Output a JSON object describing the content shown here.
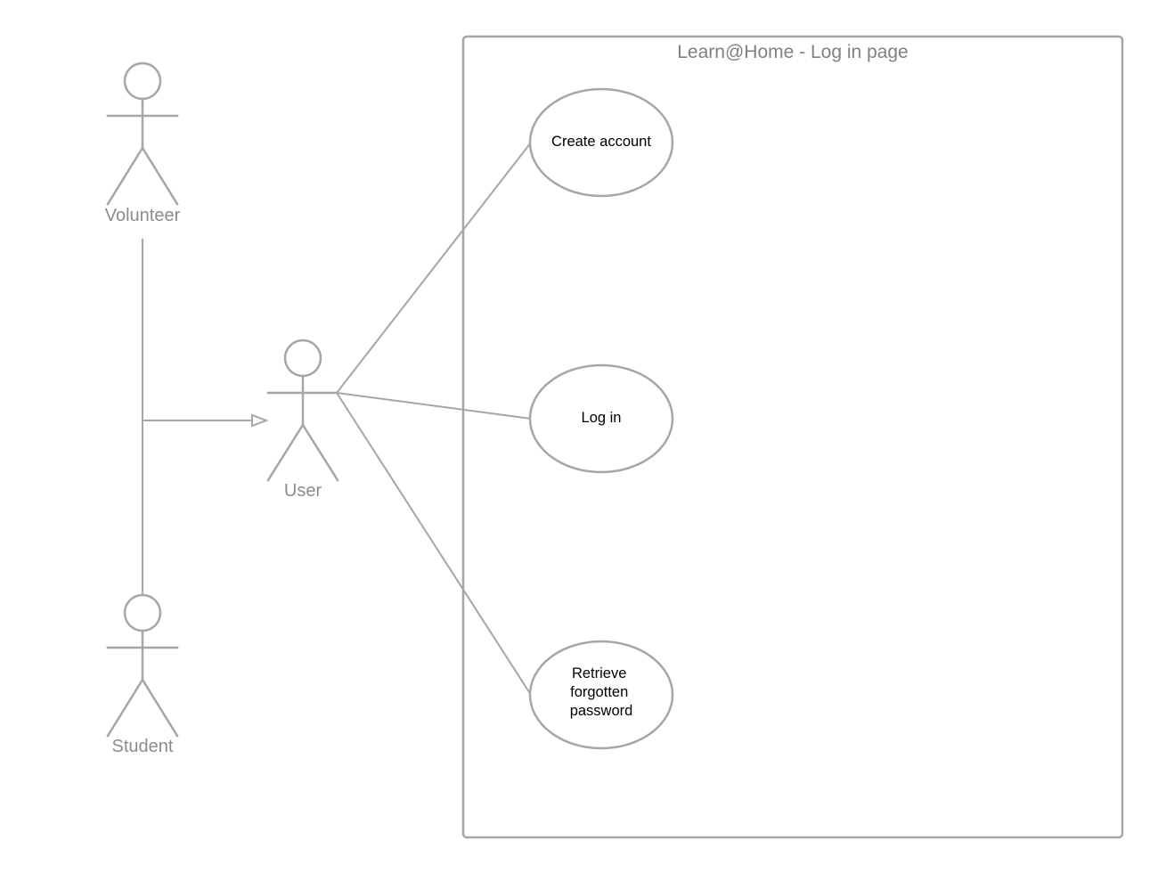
{
  "system": {
    "title": "Learn@Home - Log in page"
  },
  "actors": {
    "volunteer": "Volunteer",
    "student": "Student",
    "user": "User"
  },
  "use_cases": {
    "create_account": "Create account",
    "log_in": "Log in",
    "retrieve": [
      "Retrieve",
      "forgotten",
      "password"
    ]
  },
  "colors": {
    "line": "#a6a6a6",
    "actor_text": "#8c8c8c",
    "title_text": "#808080",
    "use_case_text": "#000000"
  }
}
